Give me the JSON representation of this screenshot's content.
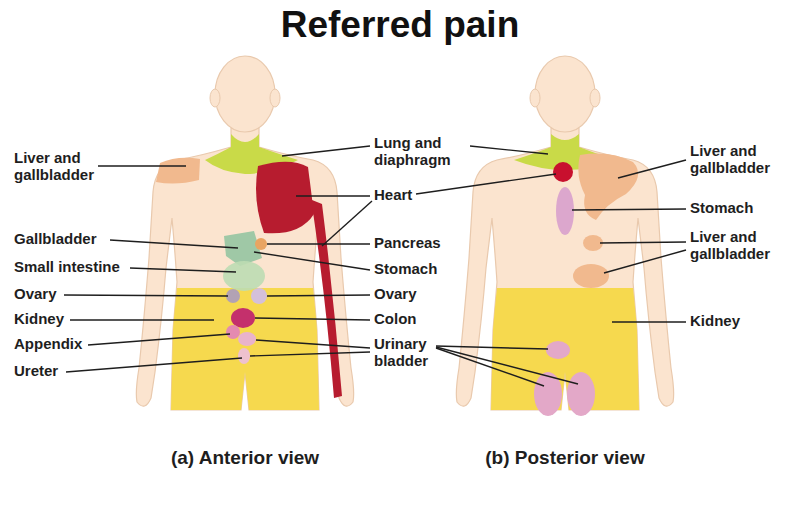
{
  "diagram": {
    "title": "Referred pain",
    "labels": [
      "Liver and gallbladder",
      "Gallbladder",
      "Small intestine",
      "Ovary",
      "Kidney",
      "Appendix",
      "Ureter",
      "Lung and diaphragm",
      "Heart",
      "Pancreas",
      "Stomach",
      "Ovary",
      "Colon",
      "Urinary bladder",
      "Liver and gallbladder",
      "Stomach",
      "Liver and gallbladder",
      "Kidney",
      "(a) Anterior view",
      "(b) Posterior view"
    ]
  }
}
